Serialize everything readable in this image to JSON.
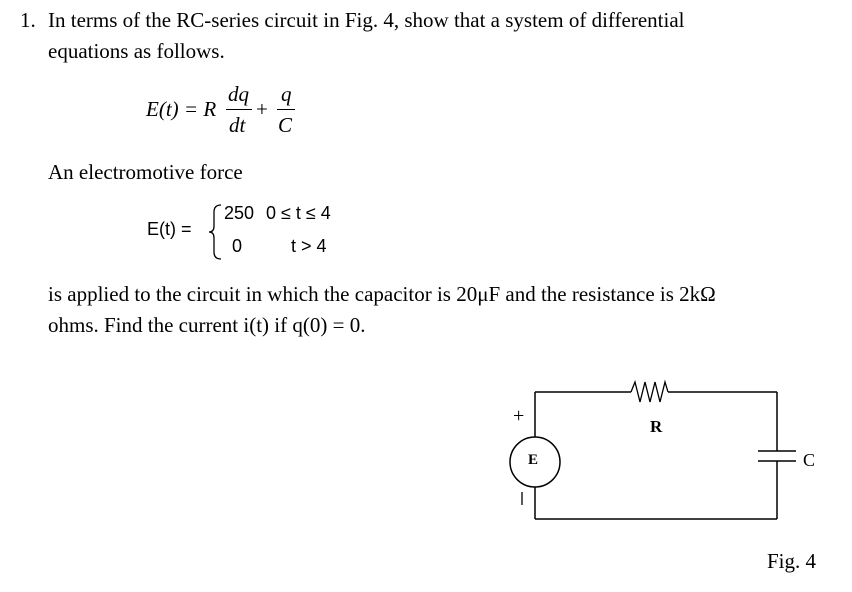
{
  "problem": {
    "number": "1.",
    "line1": "In terms of the RC-series circuit in Fig. 4, show that a system of differential",
    "line2": "equations as follows."
  },
  "equation1": {
    "lhs": "E(t) = R",
    "frac1_num": "dq",
    "frac1_den": "dt",
    "plus": "+",
    "frac2_num": "q",
    "frac2_den": "C"
  },
  "emf_label": "An electromotive force",
  "equation2": {
    "lhs": "E(t) =",
    "case1_value": "250",
    "case1_condition": "0 ≤ t ≤ 4",
    "case2_value": "0",
    "case2_condition": "t > 4"
  },
  "statement": {
    "line1": "is applied to the circuit in which the capacitor is 20μF and the resistance is 2kΩ",
    "line2": "ohms. Find the current i(t) if q(0) = 0."
  },
  "circuit": {
    "source_label": "E",
    "plus_sign": "+",
    "resistor_label": "R",
    "capacitor_label": "C"
  },
  "figure_caption": "Fig. 4"
}
